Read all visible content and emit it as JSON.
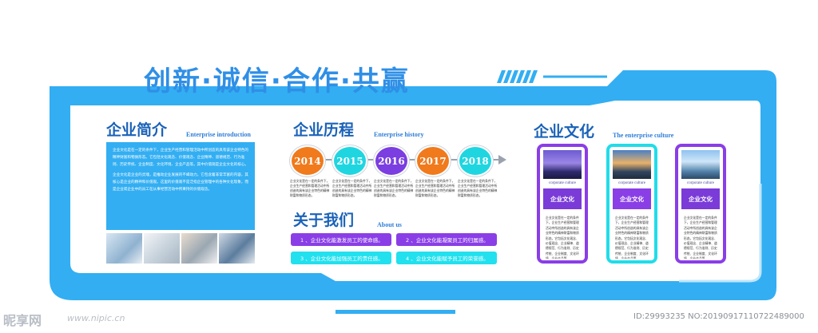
{
  "slogan": "创新·诚信·合作·共赢",
  "intro": {
    "title": "企业简介",
    "subtitle": "Enterprise introduction",
    "paragraph1": "企业文化是在一定的条件下，企业生产经营和管理活动中所创造的具有该企业特色的精神财富和物质形态。它包括文化观念、价值观念、企业精神、道德规范、行为准则、历史传统、企业制度、文化环境、企业产品等。其中价值观是企业文化的核心。",
    "paragraph2": "企业文化是企业的灵魂，是推动企业发展的不竭动力。它包含着非常丰富的内容，其核心是企业的精神和价值观。这里的价值观不是泛指企业管理中的各种文化现象，而是企业或企业中的员工在从事经营活动中所秉持的价值观念。"
  },
  "history": {
    "title": "企业历程",
    "subtitle": "Enterprise history",
    "years": [
      {
        "label": "2014",
        "color": "#f07a1c",
        "text": "企业文化是在一定的条件下，企业生产经营和管理活动中所创造的具有该企业特色的精神财富和物质形态。"
      },
      {
        "label": "2015",
        "color": "#1fd6e0",
        "text": "企业文化是在一定的条件下，企业生产经营和管理活动中所创造的具有该企业特色的精神财富和物质形态。"
      },
      {
        "label": "2016",
        "color": "#7b3ee0",
        "text": "企业文化是在一定的条件下，企业生产经营和管理活动中所创造的具有该企业特色的精神财富和物质形态。"
      },
      {
        "label": "2017",
        "color": "#f07a1c",
        "text": "企业文化是在一定的条件下，企业生产经营和管理活动中所创造的具有该企业特色的精神财富和物质形态。"
      },
      {
        "label": "2018",
        "color": "#1fd6e0",
        "text": "企业文化是在一定的条件下，企业生产经营和管理活动中所创造的具有该企业特色的精神财富和物质形态。"
      }
    ]
  },
  "about": {
    "title": "关于我们",
    "subtitle": "About us",
    "items": [
      {
        "label": "1 、企业文化能激发员工的使命感。",
        "color": "#8a3ee6"
      },
      {
        "label": "2 、企业文化能凝聚员工的归属感。",
        "color": "#8a3ee6"
      },
      {
        "label": "3 、企业文化能加强员工的责任感。",
        "color": "#22e0ee"
      },
      {
        "label": "4 、企业文化能赋予员工的荣誉感。",
        "color": "#22e0ee"
      }
    ]
  },
  "culture": {
    "title": "企业文化",
    "subtitle": "The enterprise culture",
    "cards": [
      {
        "en": "corporate culture",
        "label": "企业文化",
        "border": "#8a3ee6",
        "btn": "#7a3bd8",
        "text": "企业文化是在一定的条件下，企业生产经营和管理活动中所创造的具有该企业特色的精神财富和物质形态。它包括文化观念、价值观念、企业精神、道德规范、行为准则、历史传统、企业制度、文化环境、企业产品等。"
      },
      {
        "en": "corporate culture",
        "label": "企业文化",
        "border": "#22dce8",
        "btn": "#8a3ee6",
        "text": "企业文化是在一定的条件下，企业生产经营和管理活动中所创造的具有该企业特色的精神财富和物质形态。它包括文化观念、价值观念、企业精神、道德规范、行为准则、历史传统、企业制度、文化环境、企业产品等。"
      },
      {
        "en": "corporate culture",
        "label": "企业文化",
        "border": "#8a3ee6",
        "btn": "#7a3bd8",
        "text": "企业文化是在一定的条件下，企业生产经营和管理活动中所创造的具有该企业特色的精神财富和物质形态。它包括文化观念、价值观念、企业精神、道德规范、行为准则、历史传统、企业制度、文化环境、企业产品等。"
      }
    ]
  },
  "watermark": {
    "brand": "昵享网",
    "url": "www.nipic.cn",
    "id": "ID:29993235 NO:20190917110722489000"
  },
  "colors": {
    "frame_blue": "#33aef2",
    "title_blue": "#1a62b8",
    "slogan_blue": "#2f8fe6"
  }
}
